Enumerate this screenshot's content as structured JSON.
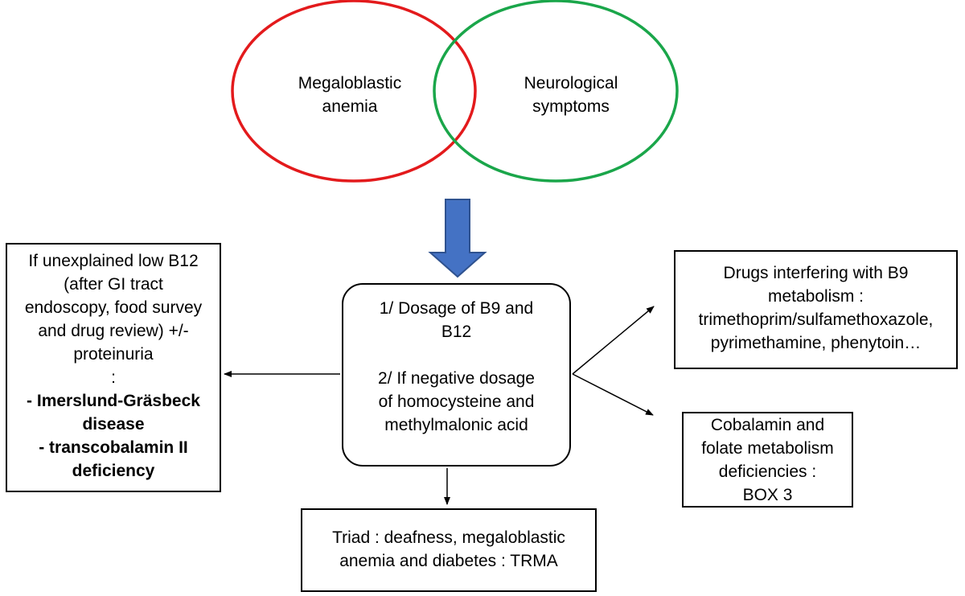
{
  "venn": {
    "left_label": [
      "Megaloblastic",
      "anemia"
    ],
    "right_label": [
      "Neurological",
      "symptoms"
    ],
    "left_color": "#e31a1c",
    "right_color": "#1aa64a"
  },
  "arrow_color": "#4472c4",
  "center_box": {
    "step1": [
      "1/ Dosage of B9 and",
      "B12"
    ],
    "step2": [
      "2/ If negative dosage",
      "of homocysteine and",
      "methylmalonic acid"
    ]
  },
  "left_box": {
    "intro": [
      "If unexplained low B12",
      "(after GI tract",
      "endoscopy, food survey",
      "and drug review) +/-",
      "proteinuria",
      ":"
    ],
    "bold": [
      "- Imerslund-Gräsbeck",
      "disease",
      "- transcobalamin II",
      "deficiency"
    ]
  },
  "right_top_box": [
    "Drugs interfering with B9",
    "metabolism :",
    "trimethoprim/sulfamethoxazole,",
    "pyrimethamine, phenytoin…"
  ],
  "right_bottom_box": [
    "Cobalamin and",
    "folate metabolism",
    "deficiencies :",
    "BOX 3"
  ],
  "bottom_box": [
    "Triad : deafness, megaloblastic",
    "anemia and diabetes : TRMA"
  ]
}
